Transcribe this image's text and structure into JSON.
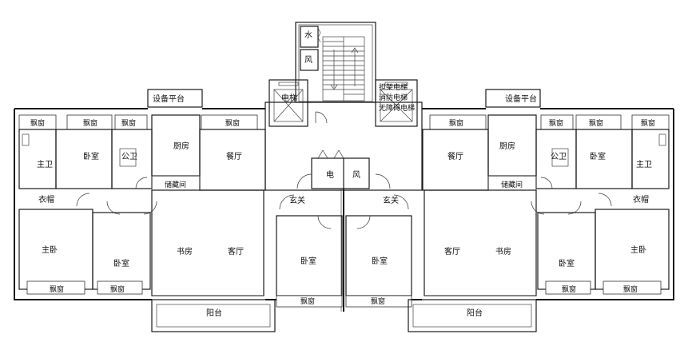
{
  "core": {
    "water": "水",
    "wind": "风",
    "elevator": "电梯",
    "fire_elevator": [
      "担架电梯",
      "消防电梯",
      "无障碍电梯"
    ],
    "electric": "电",
    "wind2": "风"
  },
  "left_unit": {
    "equipment_platform": "设备平台",
    "bay_window_1": "飘窗",
    "bay_window_2": "飘窗",
    "bay_window_3": "飘窗",
    "bay_window_4": "飘窗",
    "master_bath": "主卫",
    "bedroom_top": "卧室",
    "public_bath": "公卫",
    "kitchen": "厨房",
    "dining": "餐厅",
    "storage": "储藏间",
    "closet": "衣帽",
    "master_bedroom": "主卧",
    "bedroom_mid": "卧室",
    "bay_window_bottom_1": "飘窗",
    "bay_window_bottom_2": "飘窗",
    "study": "书房",
    "living": "客厅",
    "foyer": "玄关",
    "bedroom_core": "卧室",
    "bay_window_core": "飘窗",
    "balcony": "阳台"
  },
  "right_unit": {
    "equipment_platform": "设备平台",
    "bay_window_1": "飘窗",
    "bay_window_2": "飘窗",
    "bay_window_3": "飘窗",
    "bay_window_4": "飘窗",
    "master_bath": "主卫",
    "bedroom_top": "卧室",
    "public_bath": "公卫",
    "kitchen": "厨房",
    "dining": "餐厅",
    "storage": "储藏间",
    "closet": "衣帽",
    "master_bedroom": "主卧",
    "bedroom_mid": "卧室",
    "bay_window_bottom_1": "飘窗",
    "bay_window_bottom_2": "飘窗",
    "study": "书房",
    "living": "客厅",
    "foyer": "玄关",
    "bedroom_core": "卧室",
    "bay_window_core": "飘窗",
    "balcony": "阳台"
  }
}
